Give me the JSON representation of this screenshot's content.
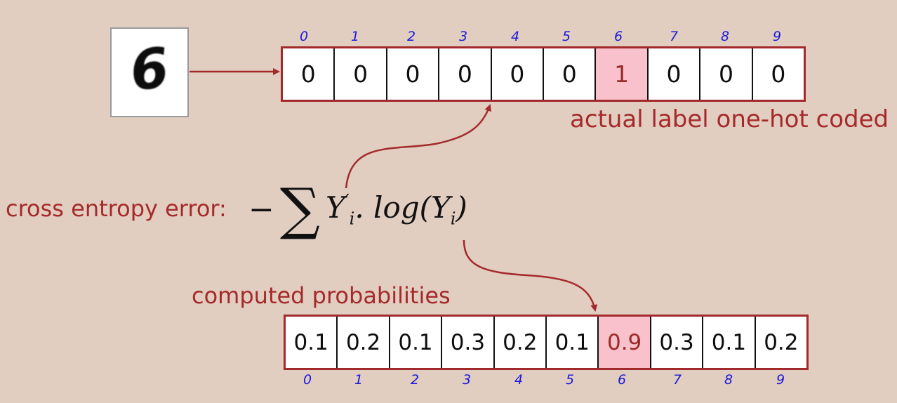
{
  "digit_image": {
    "digit": "6"
  },
  "label_vector": {
    "indices": [
      "0",
      "1",
      "2",
      "3",
      "4",
      "5",
      "6",
      "7",
      "8",
      "9"
    ],
    "values": [
      "0",
      "0",
      "0",
      "0",
      "0",
      "0",
      "1",
      "0",
      "0",
      "0"
    ],
    "highlight_index": 6,
    "caption": "actual label one-hot coded"
  },
  "formula": {
    "label": "cross entropy error:",
    "minus": "−",
    "sigma": "∑",
    "y_prime": "Y",
    "sub_i": "i",
    "prime": "′",
    "middle": ". log(Y",
    "close": ")"
  },
  "prob_vector": {
    "caption": "computed probabilities",
    "values": [
      "0.1",
      "0.2",
      "0.1",
      "0.3",
      "0.2",
      "0.1",
      "0.9",
      "0.3",
      "0.1",
      "0.2"
    ],
    "indices": [
      "0",
      "1",
      "2",
      "3",
      "4",
      "5",
      "6",
      "7",
      "8",
      "9"
    ],
    "highlight_index": 6
  },
  "colors": {
    "background": "#e2cdc1",
    "accent_red": "#a32a2c",
    "highlight_fill": "#f9c1cc",
    "index_blue": "#1a1ad8"
  }
}
